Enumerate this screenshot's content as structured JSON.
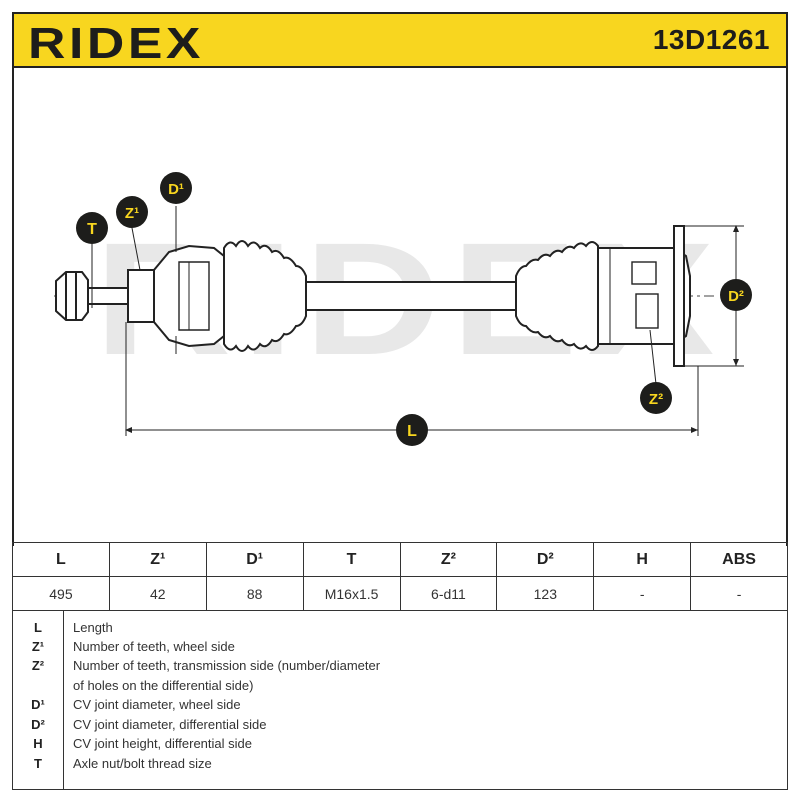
{
  "brand": {
    "logo_text": "RIDEX",
    "part_number": "13D1261"
  },
  "colors": {
    "accent": "#f8d61f",
    "ink": "#222222",
    "watermark": "#e6e6e6"
  },
  "drawing": {
    "watermark": "RIDEX",
    "callouts": {
      "T": "T",
      "Z1": "Z¹",
      "D1": "D¹",
      "Z2": "Z²",
      "D2": "D²",
      "L": "L"
    }
  },
  "table": {
    "headers": [
      "L",
      "Z¹",
      "D¹",
      "T",
      "Z²",
      "D²",
      "H",
      "ABS"
    ],
    "values": [
      "495",
      "42",
      "88",
      "M16x1.5",
      "6-d11",
      "123",
      "-",
      "-"
    ]
  },
  "legend": [
    {
      "key": "L",
      "text": "Length"
    },
    {
      "key": "Z¹",
      "text": "Number of teeth, wheel side"
    },
    {
      "key": "Z²",
      "text": "Number of teeth, transmission side (number/diameter"
    },
    {
      "key": "",
      "text": "of holes on the differential side)"
    },
    {
      "key": "D¹",
      "text": "CV joint diameter, wheel side"
    },
    {
      "key": "D²",
      "text": "CV joint diameter, differential side"
    },
    {
      "key": "H",
      "text": "CV joint height, differential side"
    },
    {
      "key": "T",
      "text": "Axle nut/bolt thread size"
    }
  ]
}
